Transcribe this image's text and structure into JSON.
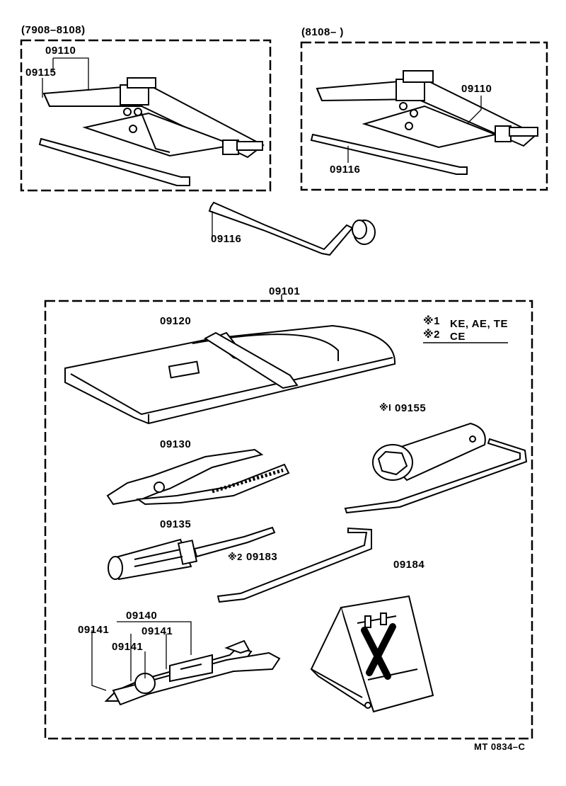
{
  "panels": {
    "left": {
      "range": "(7908–8108)",
      "parts": [
        "09110",
        "09115"
      ]
    },
    "right": {
      "range": "(8108–      )",
      "parts": [
        "09110",
        "09116"
      ]
    }
  },
  "handle": {
    "part": "09116"
  },
  "kit": {
    "part": "09101",
    "legend": [
      {
        "mark": "※1",
        "models": "KE, AE, TE"
      },
      {
        "mark": "※2",
        "models": "CE"
      }
    ],
    "items": {
      "bag": "09120",
      "wheel_wrench_mark": "※I",
      "wheel_wrench": "09155",
      "pliers": "09130",
      "screwdriver": "09135",
      "bar_mark": "※2",
      "bar": "09183",
      "jack_handle": "09184",
      "wrench_set": "09140",
      "wrench_a": "09141",
      "wrench_b": "09141",
      "wrench_c": "09141"
    }
  },
  "footer": {
    "code": "MT 0834–C"
  }
}
